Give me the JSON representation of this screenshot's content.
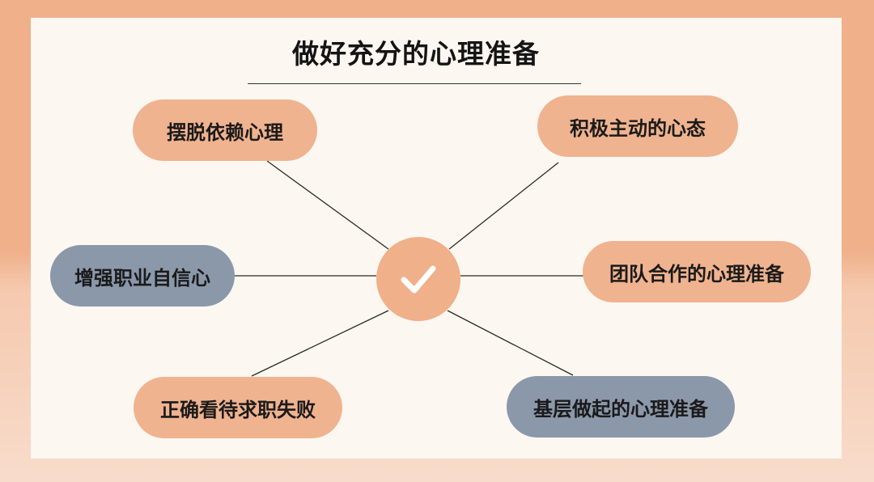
{
  "title": "做好充分的心理准备",
  "center": {
    "icon": "checkmark-icon"
  },
  "nodes": [
    {
      "label": "摆脱依赖心理",
      "color": "#f0b38f"
    },
    {
      "label": "积极主动的心态",
      "color": "#f0b38f"
    },
    {
      "label": "增强职业自信心",
      "color": "#8b98aa"
    },
    {
      "label": "团队合作的心理准备",
      "color": "#f0b38f"
    },
    {
      "label": "正确看待求职失败",
      "color": "#f0b38f"
    },
    {
      "label": "基层做起的心理准备",
      "color": "#8b98aa"
    }
  ]
}
